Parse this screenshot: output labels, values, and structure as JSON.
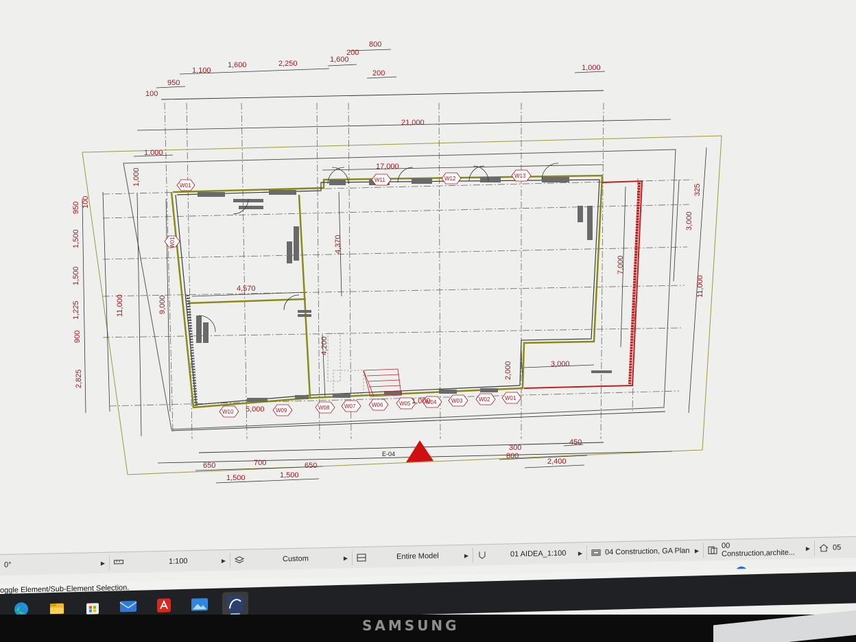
{
  "drawing": {
    "top_dims": [
      "100",
      "950",
      "1,100",
      "1,600",
      "2,250",
      "1,600",
      "200",
      "800",
      "200",
      "1,000"
    ],
    "overall_width": "21,000",
    "inner_width": "17,000",
    "left_top_dim": "1,000",
    "vertical_dim": "1,000",
    "left_dims": [
      "100",
      "950",
      "1,500",
      "1,500",
      "1,225",
      "900",
      "2,825"
    ],
    "left_totals": [
      "11,000",
      "9,000"
    ],
    "room_dims": {
      "room_width": "4,570",
      "room_height": "4,370",
      "corridor": "4,200",
      "step": "2,000",
      "ext_width": "3,000",
      "ext_height": "7,000"
    },
    "right_dims": [
      "325",
      "3,000",
      "11,000"
    ],
    "bottom_mid": "5,000",
    "bottom_mid2": "1,000",
    "elevation_label": "E-04",
    "bottom_dims": [
      "650",
      "700",
      "650",
      "1,500",
      "1,500",
      "300",
      "800",
      "2,400",
      "450"
    ],
    "window_tags_top": [
      "W01",
      "W11",
      "W12",
      "W13"
    ],
    "window_tags_left": [
      "W01"
    ],
    "window_tags_bottom": [
      "W10",
      "W09",
      "W08",
      "W07",
      "W06",
      "W05",
      "W04",
      "W03",
      "W02",
      "W01"
    ]
  },
  "statusbar": {
    "angle": "0°",
    "scale": "1:100",
    "layer_combo": "Custom",
    "model_view": "Entire Model",
    "pen_set": "01 AIDEA_1:100",
    "view_name": "04 Construction, GA Plan",
    "publisher_set": "00 Construction,archite...",
    "extra": "05"
  },
  "hint_text": "oggle Element/Sub-Element Selection.",
  "help_icon": "?",
  "taskbar": {
    "apps": [
      "edge-icon",
      "file-explorer-icon",
      "store-icon",
      "mail-icon",
      "acrobat-icon",
      "photos-icon",
      "archicad-icon"
    ]
  },
  "monitor_brand": "SAMSUNG"
}
